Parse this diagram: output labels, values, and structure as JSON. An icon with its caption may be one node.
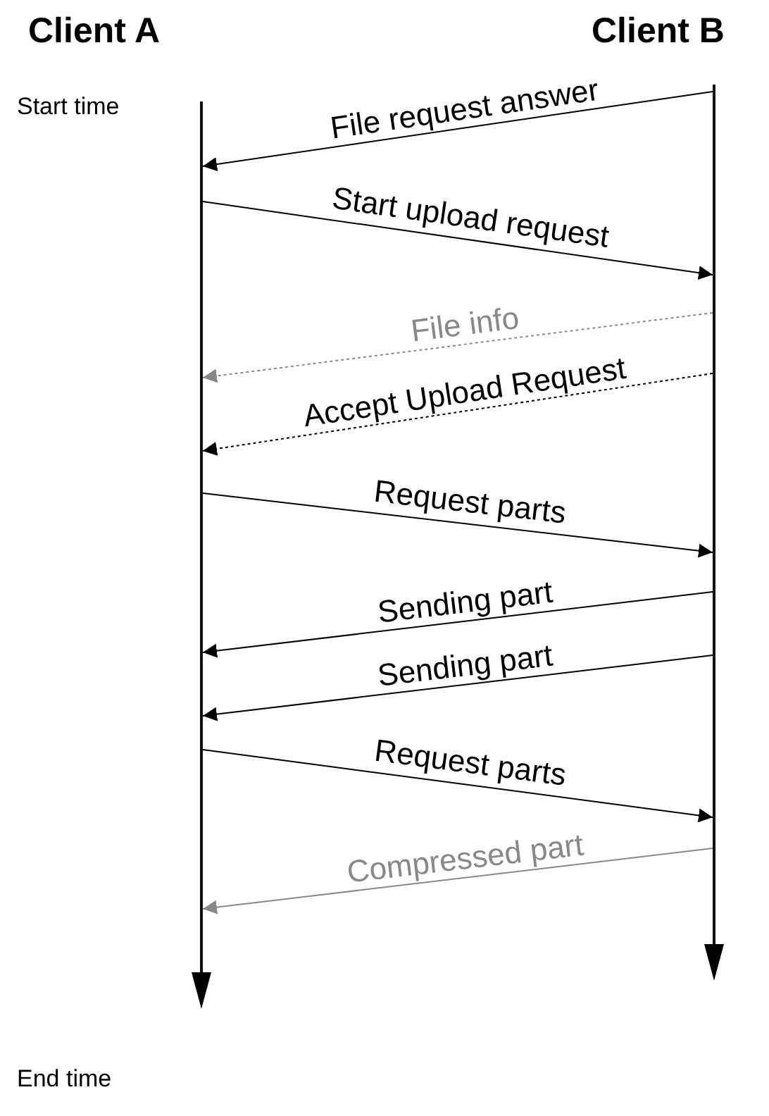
{
  "diagram": {
    "nodes": [
      {
        "text": [],
        "shape": "bar"
      },
      {
        "text": [],
        "shape": "bar"
      }
    ],
    "edges": [
      {
        "from": 1,
        "to": 0,
        "arrow": "to",
        "label": "File request answer"
      },
      {
        "from": 0,
        "to": 1,
        "arrow": "to",
        "label": "Start upload request"
      },
      {
        "from": 1,
        "to": 0,
        "arrow": "to",
        "label": "File info",
        "style": "dashed",
        "color": "#888888"
      },
      {
        "from": 1,
        "to": 0,
        "arrow": "to",
        "label": "Accept Upload Request",
        "style": "dashed"
      },
      {
        "from": 0,
        "to": 1,
        "arrow": "to",
        "label": "Request parts"
      },
      {
        "from": 1,
        "to": 0,
        "arrow": "to",
        "label": "Sending part"
      },
      {
        "from": 1,
        "to": 0,
        "arrow": "to",
        "label": "Sending part"
      },
      {
        "from": 0,
        "to": 1,
        "arrow": "to",
        "label": "Request parts"
      },
      {
        "from": 1,
        "to": 0,
        "arrow": "to",
        "label": "Compressed part",
        "color": "#888888"
      }
    ],
    "labels": [
      "Client A",
      "Client B",
      "Start time",
      "End time"
    ]
  }
}
